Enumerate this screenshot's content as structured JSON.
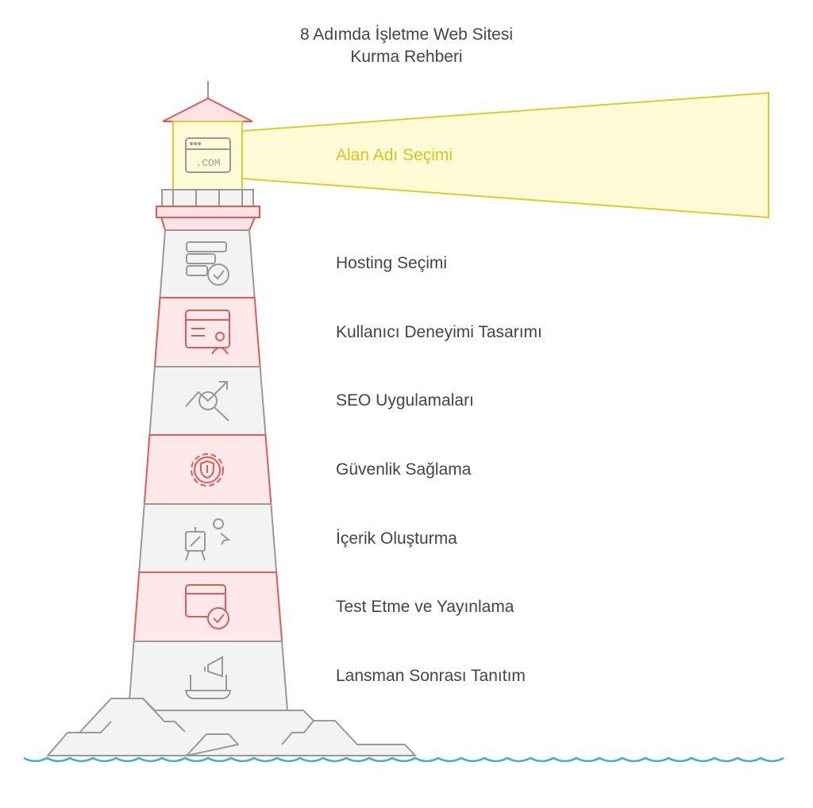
{
  "title_line1": "8 Adımda İşletme Web Sitesi",
  "title_line2": "Kurma Rehberi",
  "steps": [
    {
      "label": "Alan Adı Seçimi",
      "icon": "domain-com-icon"
    },
    {
      "label": "Hosting Seçimi",
      "icon": "server-check-icon"
    },
    {
      "label": "Kullanıcı Deneyimi Tasarımı",
      "icon": "browser-user-icon"
    },
    {
      "label": "SEO Uygulamaları",
      "icon": "chart-magnifier-icon"
    },
    {
      "label": "Güvenlik Sağlama",
      "icon": "gear-shield-icon"
    },
    {
      "label": "İçerik Oluşturma",
      "icon": "easel-presenter-icon"
    },
    {
      "label": "Test Etme ve Yayınlama",
      "icon": "browser-check-icon"
    },
    {
      "label": "Lansman Sonrası Tanıtım",
      "icon": "laptop-megaphone-icon"
    }
  ],
  "colors": {
    "gray": "#999999",
    "red": "#e05a5a",
    "yellow": "#d6c51c",
    "water": "#3ab0cf"
  }
}
